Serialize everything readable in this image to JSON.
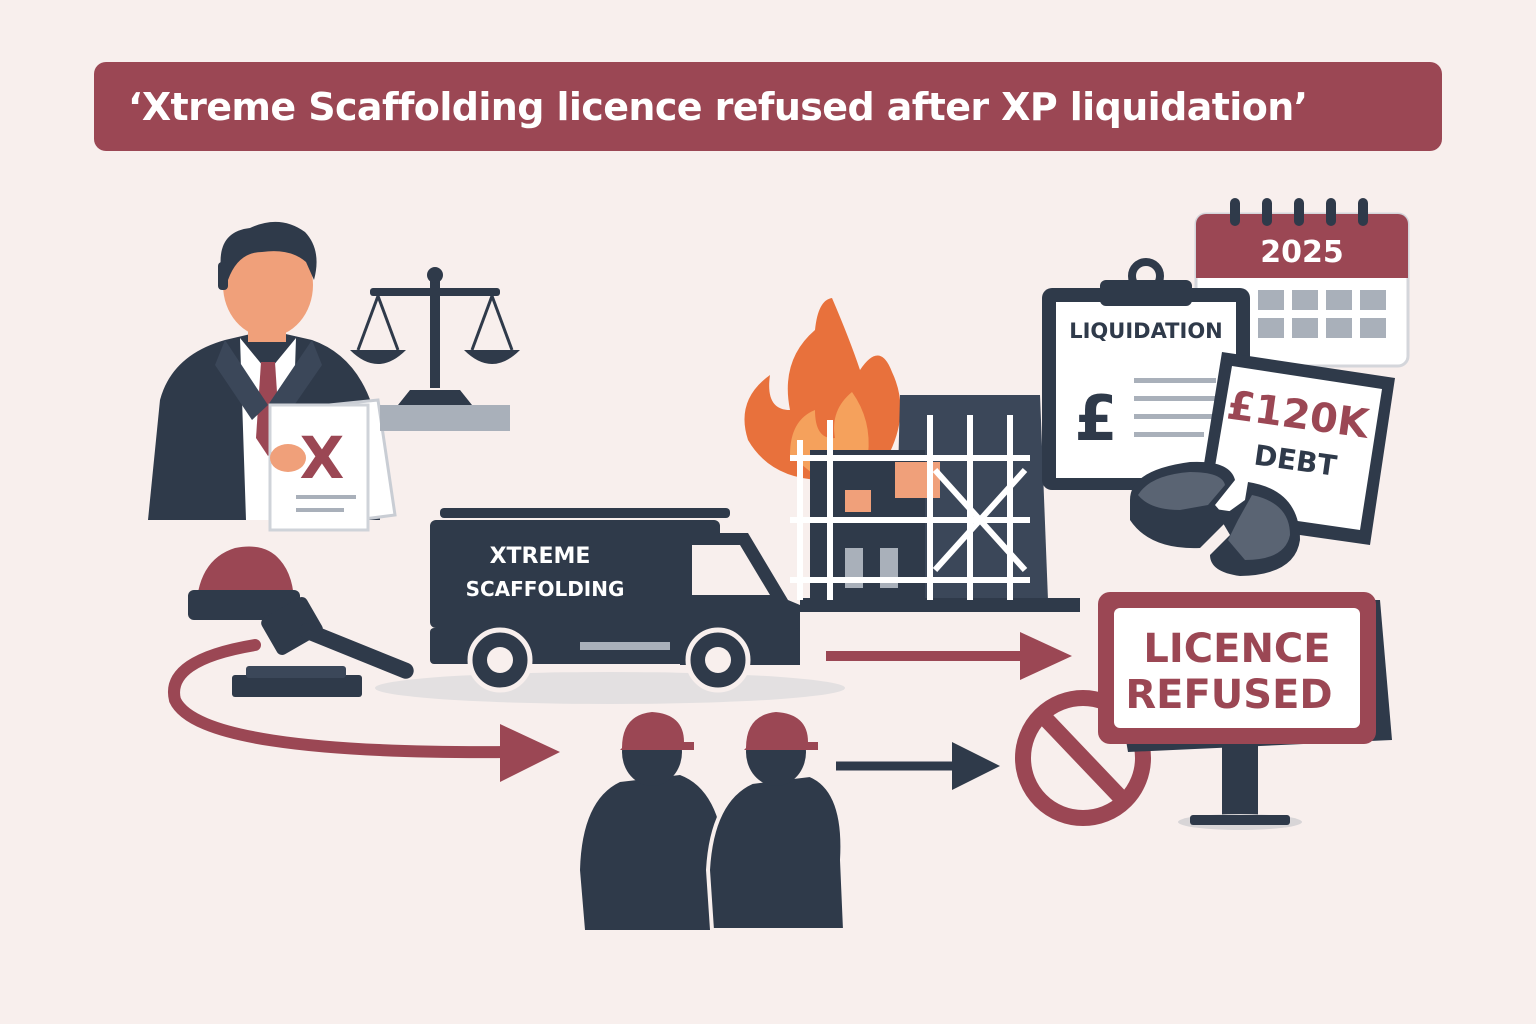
{
  "headline": "‘Xtreme Scaffolding licence refused after XP liquidation’",
  "truck": {
    "line1": "XTREME",
    "line2": "SCAFFOLDING"
  },
  "document": {
    "mark": "X"
  },
  "calendar": {
    "year": "2025"
  },
  "clipboard": {
    "title": "LIQUIDATION",
    "currency": "£"
  },
  "debt_card": {
    "amount": "£120K",
    "label": "DEBT"
  },
  "sign": {
    "line1": "LICENCE",
    "line2": "REFUSED"
  },
  "colors": {
    "background": "#f8efed",
    "maroon": "#9b4754",
    "navy": "#2f3a4a",
    "flame": "#e8713c",
    "skin": "#f0a07a",
    "grey": "#a9b0ba"
  },
  "icons": [
    "businessman-icon",
    "scales-of-justice-icon",
    "gavel-icon",
    "hard-hat-icon",
    "truck-icon",
    "burning-scaffold-building-icon",
    "calendar-icon",
    "clipboard-icon",
    "broken-coin-icon",
    "workers-icon",
    "prohibited-icon",
    "sign-icon",
    "arrow-icon"
  ]
}
